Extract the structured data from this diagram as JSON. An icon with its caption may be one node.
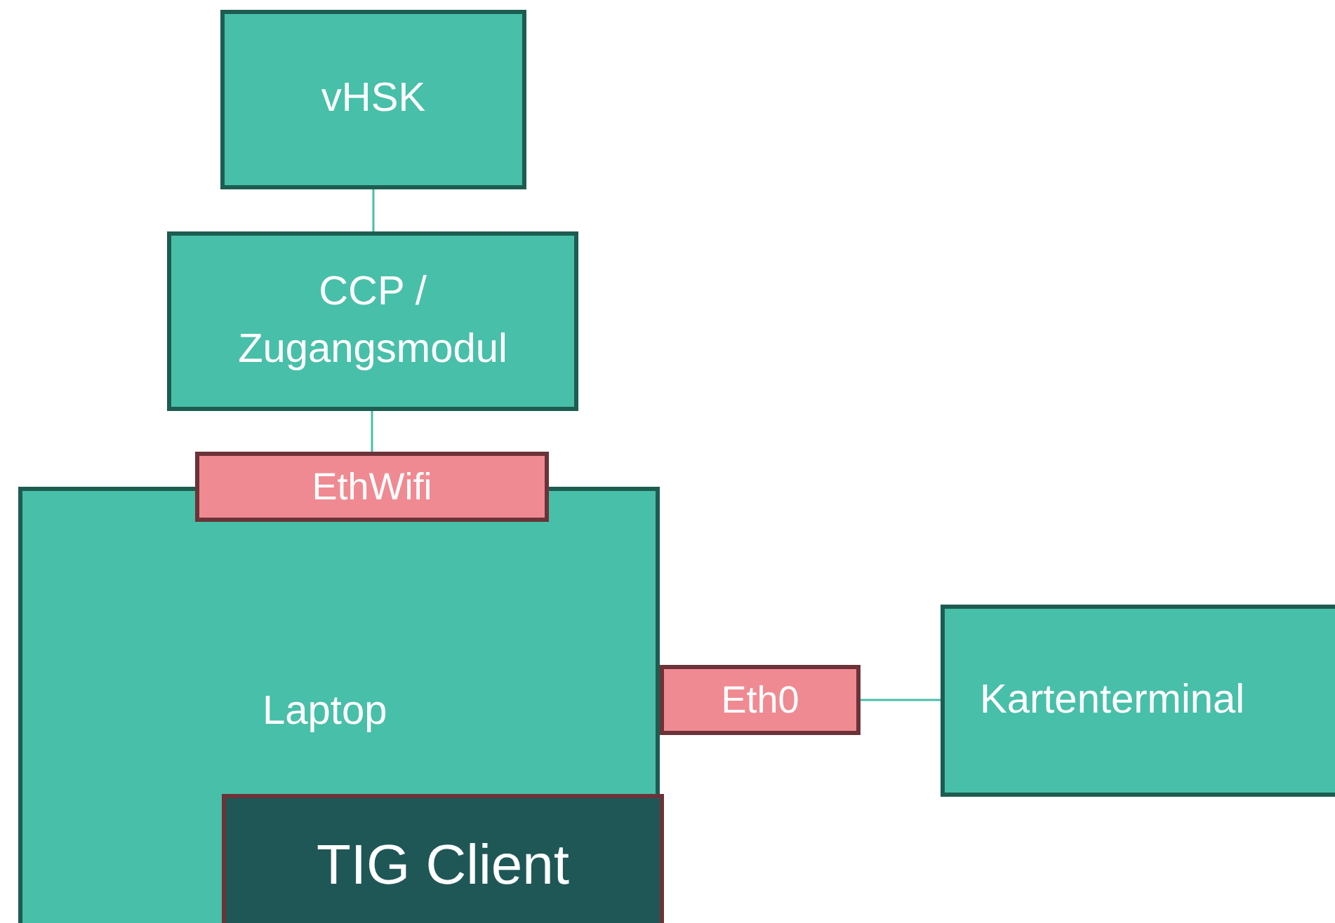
{
  "diagram": {
    "nodes": [
      {
        "text": [
          "vHSK"
        ]
      },
      {
        "text": [
          "CCP / Zugangsmodul"
        ]
      },
      {
        "text": [
          "Laptop"
        ]
      },
      {
        "text": [
          "EthWifi"
        ]
      },
      {
        "text": [
          "TIG Client"
        ],
        "in": 2
      },
      {
        "text": [
          "Eth0"
        ]
      },
      {
        "text": [
          "Kartenterminal"
        ]
      }
    ],
    "edges": [
      {
        "from": 0,
        "to": 1,
        "arrow": "none"
      },
      {
        "from": 1,
        "to": 3,
        "arrow": "none"
      },
      {
        "from": 5,
        "to": 6,
        "arrow": "none"
      }
    ]
  }
}
